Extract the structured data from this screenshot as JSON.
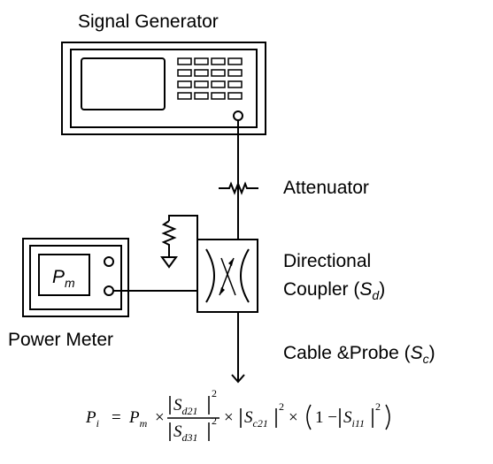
{
  "labels": {
    "signal_generator": "Signal Generator",
    "attenuator": "Attenuator",
    "directional": "Directional",
    "coupler": "Coupler (",
    "coupler_symbol": "S",
    "coupler_sub": "d",
    "coupler_close": ")",
    "power_meter": "Power Meter",
    "pm_symbol": "P",
    "pm_sub": "m",
    "cable_probe": "Cable &Probe (",
    "cable_symbol": "S",
    "cable_sub": "c",
    "cable_close": ")"
  },
  "formula": {
    "lhs": "P",
    "lhs_sub": "i",
    "equals": "=",
    "pm": "P",
    "pm_sub": "m",
    "times": "×",
    "num_s": "S",
    "num_sub": "d21",
    "den_s": "S",
    "den_sub": "d31",
    "sq": "2",
    "sc": "S",
    "sc_sub": "c21",
    "one_minus": "1 −",
    "si": "S",
    "si_sub": "i11"
  },
  "colors": {
    "stroke": "#000000",
    "background": "#ffffff"
  }
}
